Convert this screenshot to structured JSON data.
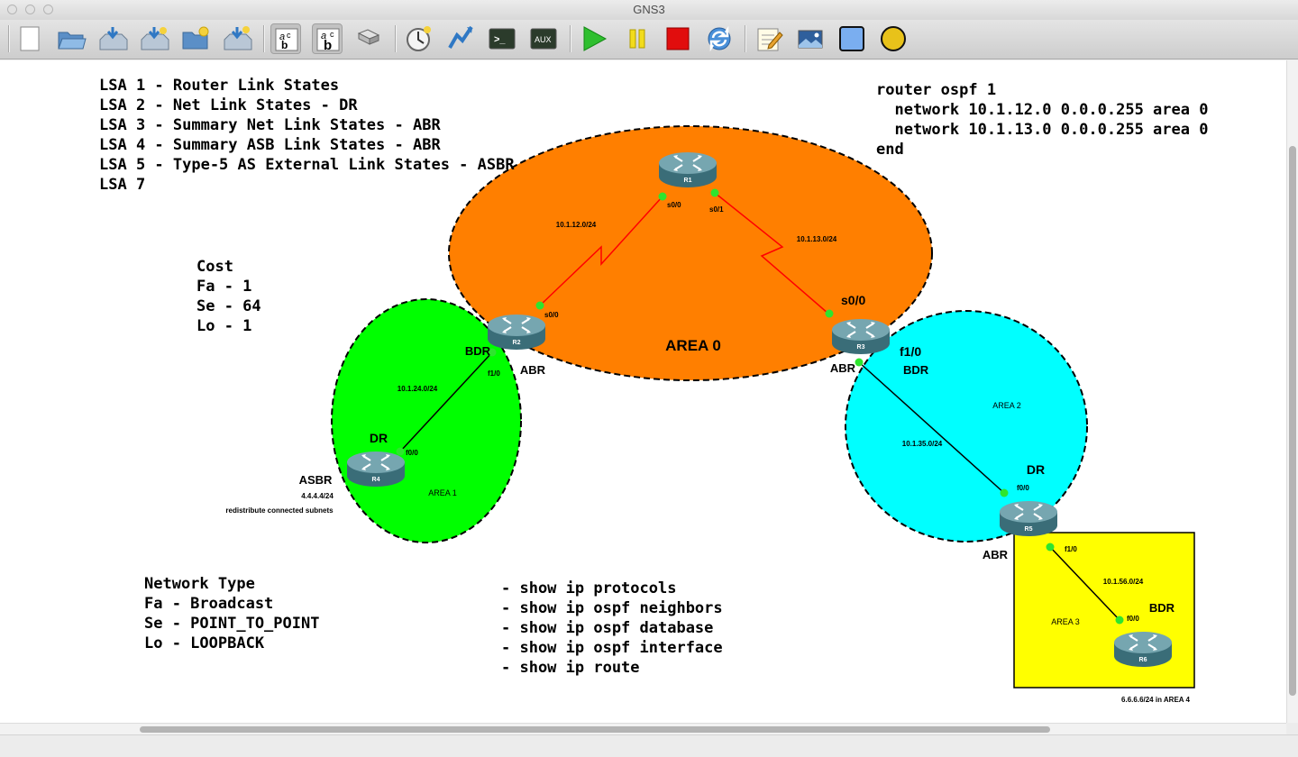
{
  "window": {
    "title": "GNS3"
  },
  "toolbar": {
    "items": [
      {
        "icon": "new-project-icon"
      },
      {
        "icon": "open-project-icon"
      },
      {
        "icon": "save-project-icon"
      },
      {
        "icon": "save-as-icon"
      },
      {
        "icon": "open-folder-icon"
      },
      {
        "icon": "import-export-icon"
      },
      {
        "icon": "show-hostnames-icon"
      },
      {
        "icon": "show-interface-labels-icon"
      },
      {
        "icon": "add-link-icon"
      },
      {
        "icon": "snapshot-icon"
      },
      {
        "icon": "console-connect-icon"
      },
      {
        "icon": "console-all-icon",
        "label": ">_"
      },
      {
        "icon": "aux-console-icon",
        "label": "AUX"
      },
      {
        "icon": "start-all-icon",
        "color": "#2fbf2f"
      },
      {
        "icon": "suspend-all-icon",
        "color": "#f2dc1c"
      },
      {
        "icon": "stop-all-icon",
        "color": "#e10d0d"
      },
      {
        "icon": "reload-all-icon",
        "color": "#4a90d9"
      },
      {
        "icon": "add-note-icon"
      },
      {
        "icon": "insert-picture-icon"
      },
      {
        "icon": "draw-rectangle-icon",
        "color": "#7aaef0"
      },
      {
        "icon": "draw-ellipse-icon",
        "color": "#e8c21a"
      }
    ]
  },
  "notes": {
    "lsa": "LSA 1 - Router Link States\nLSA 2 - Net Link States - DR\nLSA 3 - Summary Net Link States - ABR\nLSA 4 - Summary ASB Link States - ABR\nLSA 5 - Type-5 AS External Link States - ASBR\nLSA 7",
    "config": "router ospf 1\n  network 10.1.12.0 0.0.0.255 area 0\n  network 10.1.13.0 0.0.0.255 area 0\nend",
    "cost": "Cost\nFa - 1\nSe - 64\nLo - 1",
    "network_type": "Network Type\nFa - Broadcast\nSe - POINT_TO_POINT\nLo - LOOPBACK",
    "commands": "- show ip protocols\n- show ip ospf neighbors\n- show ip ospf database\n- show ip ospf interface\n- show ip route"
  },
  "areas": {
    "area0": {
      "label": "AREA 0",
      "color": "#ff7f00"
    },
    "area1": {
      "label": "AREA 1",
      "color": "#00ff00"
    },
    "area2": {
      "label": "AREA 2",
      "color": "#00ffff"
    },
    "area3": {
      "label": "AREA 3",
      "color": "#ffff00"
    }
  },
  "routers": {
    "r1": {
      "name": "R1"
    },
    "r2": {
      "name": "R2",
      "role": "ABR",
      "extra": "BDR"
    },
    "r3": {
      "name": "R3",
      "role": "ABR"
    },
    "r4": {
      "name": "R4",
      "role": "ASBR",
      "extra": "DR",
      "loopback": "4.4.4.4/24",
      "note": "redistribute connected subnets"
    },
    "r5": {
      "name": "R5",
      "role": "ABR",
      "extra": "DR"
    },
    "r6": {
      "name": "R6",
      "extra": "BDR",
      "loopback": "6.6.6.6/24 in AREA 4"
    }
  },
  "links": {
    "r1_r2": {
      "subnet": "10.1.12.0/24",
      "if_a": "s0/0",
      "if_b": "s0/0"
    },
    "r1_r3": {
      "subnet": "10.1.13.0/24",
      "if_a": "s0/1",
      "if_b": "s0/0"
    },
    "r2_r4": {
      "subnet": "10.1.24.0/24",
      "if_a": "f1/0",
      "if_b": "f0/0"
    },
    "r3_r5": {
      "subnet": "10.1.35.0/24",
      "if_a": "f1/0",
      "if_a_role": "BDR",
      "if_b": "f0/0"
    },
    "r5_r6": {
      "subnet": "10.1.56.0/24",
      "if_a": "f1/0",
      "if_b": "f0/0"
    }
  }
}
